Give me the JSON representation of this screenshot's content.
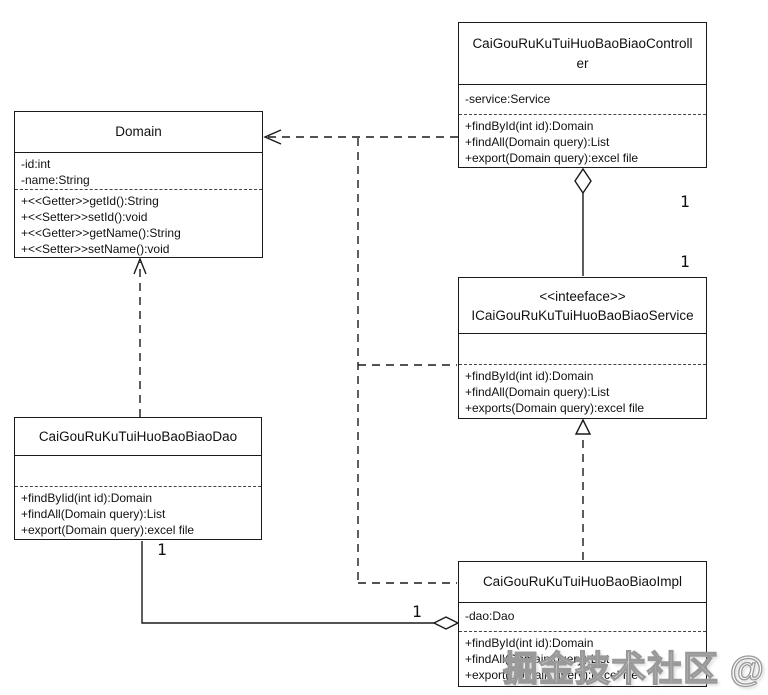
{
  "diagram": {
    "background_color": "#ffffff",
    "line_color": "#1a1a1a"
  },
  "classes": [
    {
      "id": "controller",
      "name": "CaiGouRuKuTuiHuoBaoBiaoController",
      "title_lines": [
        "CaiGouRuKuTuiHuoBaoBiaoControll",
        "er"
      ],
      "attributes": [
        "-service:Service"
      ],
      "methods": [
        "+findById(int id):Domain",
        "+findAll(Domain query):List",
        "+export(Domain query):excel file"
      ]
    },
    {
      "id": "domain",
      "name": "Domain",
      "title_lines": [
        "Domain"
      ],
      "attributes": [
        "-id:int",
        "-name:String"
      ],
      "methods": [
        "+<<Getter>>getId():String",
        "+<<Setter>>setId():void",
        "+<<Getter>>getName():String",
        "+<<Setter>>setName():void"
      ]
    },
    {
      "id": "service",
      "stereotype": "<<inteeface>>",
      "name": "ICaiGouRuKuTuiHuoBaoBiaoService",
      "title_lines": [
        "ICaiGouRuKuTuiHuoBaoBiaoService"
      ],
      "attributes": [],
      "methods": [
        "+findById(int id):Domain",
        "+findAll(Domain query):List",
        "+exports(Domain query):excel file"
      ]
    },
    {
      "id": "dao",
      "name": "CaiGouRuKuTuiHuoBaoBiaoDao",
      "title_lines": [
        "CaiGouRuKuTuiHuoBaoBiaoDao"
      ],
      "attributes": [],
      "methods": [
        "+findByIid(int id):Domain",
        "+findAll(Domain query):List",
        "+export(Domain query):excel file"
      ]
    },
    {
      "id": "impl",
      "name": "CaiGouRuKuTuiHuoBaoBiaoImpl",
      "title_lines": [
        "CaiGouRuKuTuiHuoBaoBiaoImpl"
      ],
      "attributes": [
        "-dao:Dao"
      ],
      "methods": [
        "+findById(int id):Domain",
        "+findAll(Domain query):List",
        "+export(Domain query):excel file"
      ]
    }
  ],
  "relationships": [
    {
      "type": "dependency",
      "from": "CaiGouRuKuTuiHuoBaoBiaoController",
      "to": "Domain",
      "line": "dashed-open-arrow"
    },
    {
      "type": "dependency",
      "from": "ICaiGouRuKuTuiHuoBaoBiaoService",
      "to": "Domain",
      "line": "dashed-shared-path"
    },
    {
      "type": "dependency",
      "from": "CaiGouRuKuTuiHuoBaoBiaoImpl",
      "to": "Domain",
      "line": "dashed-shared-path"
    },
    {
      "type": "dependency",
      "from": "CaiGouRuKuTuiHuoBaoBiaoDao",
      "to": "Domain",
      "line": "dashed-open-arrow"
    },
    {
      "type": "aggregation",
      "diamond_at": "CaiGouRuKuTuiHuoBaoBiaoController",
      "other_end": "ICaiGouRuKuTuiHuoBaoBiaoService",
      "end1_multiplicity": "1",
      "end2_multiplicity": "1"
    },
    {
      "type": "realization",
      "from": "CaiGouRuKuTuiHuoBaoBiaoImpl",
      "to": "ICaiGouRuKuTuiHuoBaoBiaoService"
    },
    {
      "type": "aggregation",
      "diamond_at": "CaiGouRuKuTuiHuoBaoBiaoImpl",
      "other_end": "CaiGouRuKuTuiHuoBaoBiaoDao",
      "end1_multiplicity": "1",
      "end2_multiplicity": "1"
    }
  ],
  "multiplicities": {
    "controller_service_top": "1",
    "controller_service_bottom": "1",
    "dao_end": "1",
    "impl_end": "1"
  },
  "watermark": "掘金技术社区 @ 昕冉"
}
